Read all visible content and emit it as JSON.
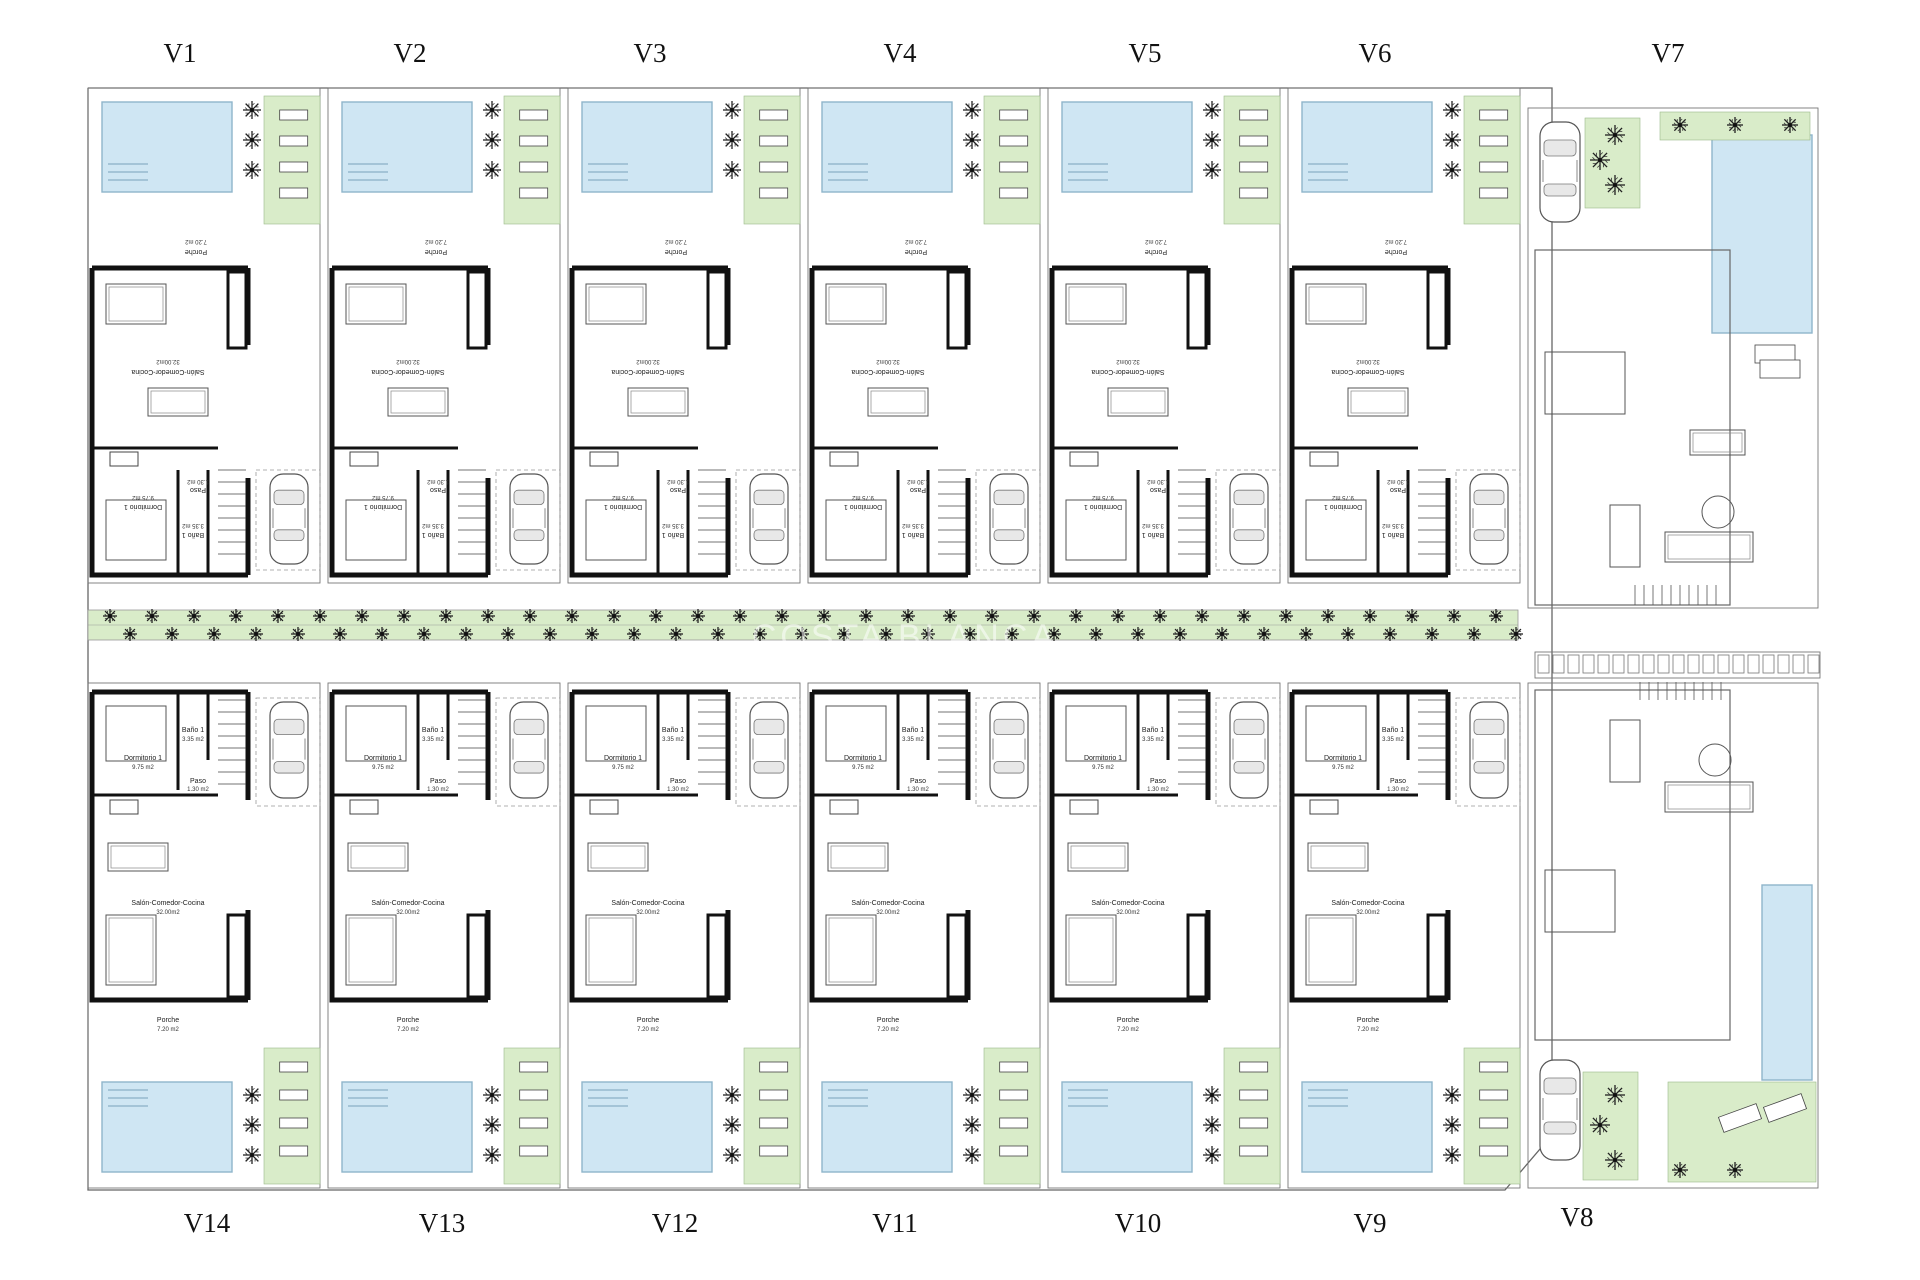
{
  "plan": {
    "top_row": [
      "V1",
      "V2",
      "V3",
      "V4",
      "V5",
      "V6"
    ],
    "top_corner": "V7",
    "bottom_row": [
      "V14",
      "V13",
      "V12",
      "V11",
      "V10",
      "V9"
    ],
    "bottom_corner": "V8",
    "rooms": {
      "living": "Salón-Comedor-Cocina",
      "living_area": "32.00m2",
      "bedroom": "Dormitorio 1",
      "bedroom_area": "9.75 m2",
      "bath": "Baño 1",
      "bath_area": "3.35 m2",
      "hall": "Paso",
      "hall_area": "1.30 m2",
      "porch": "Porche",
      "porch_area": "7.20 m2"
    },
    "watermark": "COSTA BLANCA"
  },
  "colors": {
    "wall": "#111111",
    "pool": "#cfe6f3",
    "pool_edge": "#8fb5cb",
    "garden": "#d9ecc9",
    "lines": "#777777"
  }
}
